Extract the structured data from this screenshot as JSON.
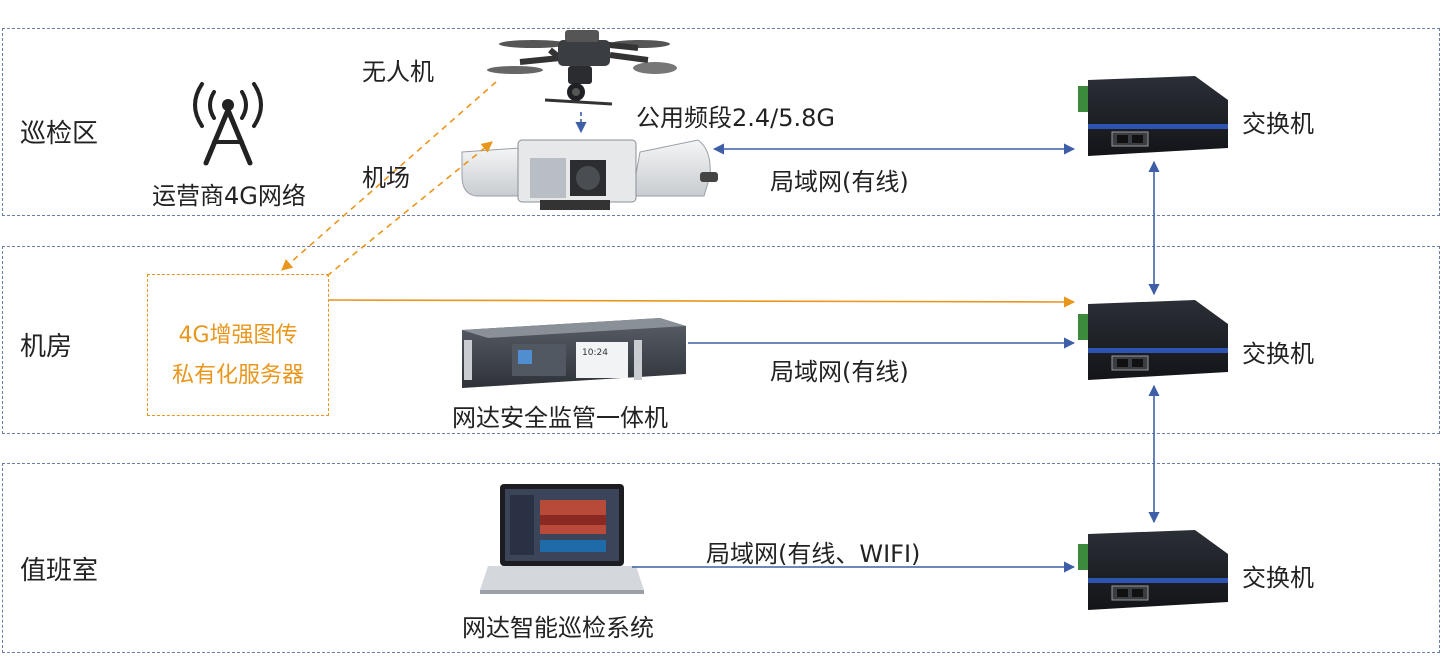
{
  "zones": {
    "patrol": "巡检区",
    "machine_room": "机房",
    "duty_room": "值班室"
  },
  "labels": {
    "drone": "无人机",
    "dock": "机场",
    "carrier_4g": "运营商4G网络",
    "public_band": "公用频段2.4/5.8G",
    "lan_wired_1": "局域网(有线)",
    "lan_wired_2": "局域网(有线)",
    "lan_wired_wifi": "局域网(有线、WIFI)",
    "switch_1": "交换机",
    "switch_2": "交换机",
    "switch_3": "交换机",
    "server_line1": "4G增强图传",
    "server_line2": "私有化服务器",
    "security_unit": "网达安全监管一体机",
    "patrol_system": "网达智能巡检系统"
  },
  "colors": {
    "zone_border": "#6a7fa8",
    "lan_arrow": "#3e5fa8",
    "wireless_link": "#e8961c"
  },
  "icons": [
    "radio-tower-icon",
    "drone-icon",
    "drone-dock-icon",
    "network-switch-icon",
    "rack-server-icon",
    "laptop-icon"
  ]
}
